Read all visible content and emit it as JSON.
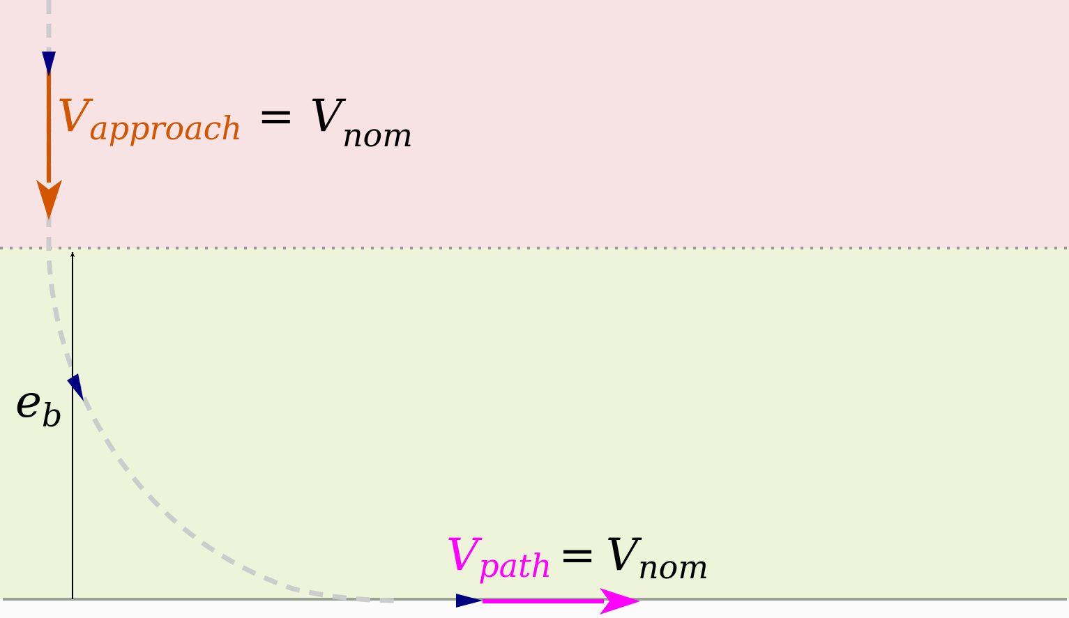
{
  "diagram": {
    "colors": {
      "approach_region": "#f7e3e3",
      "boundary_region": "#eef4da",
      "boundary_line": "#999999",
      "path_line": "#9aa294",
      "trajectory": "#cccccc",
      "approach_arrow": "#d45500",
      "path_arrow": "#ff00ff",
      "direction_marker": "#000080",
      "text": "#000000"
    },
    "labels": {
      "approach": {
        "symbol": "V",
        "subscript": "approach",
        "equals": "=",
        "rhs_symbol": "V",
        "rhs_subscript": "nom"
      },
      "path": {
        "symbol": "V",
        "subscript": "path",
        "equals": "=",
        "rhs_symbol": "V",
        "rhs_subscript": "nom"
      },
      "distance": {
        "symbol": "e",
        "subscript": "b"
      }
    }
  }
}
